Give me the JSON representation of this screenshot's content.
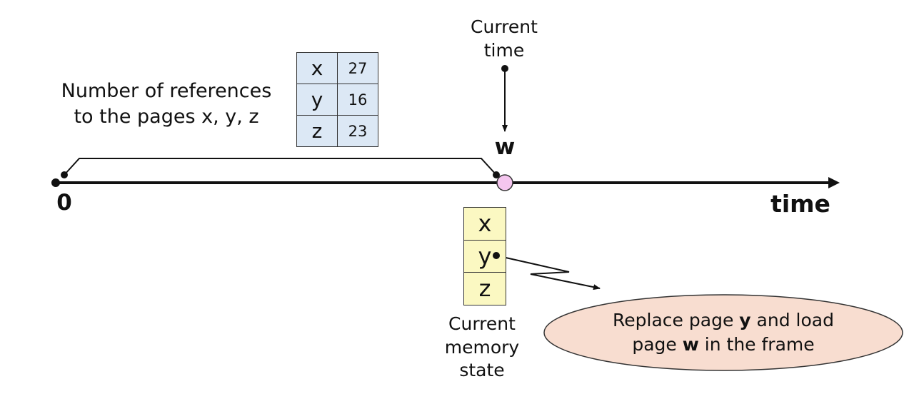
{
  "labels": {
    "references_line1": "Number of references",
    "references_line2": "to the pages x, y, z",
    "current_time_line1": "Current",
    "current_time_line2": "time",
    "new_page": "w",
    "origin": "0",
    "axis": "time",
    "memory_line1": "Current",
    "memory_line2": "memory",
    "memory_line3": "state"
  },
  "reference_counts": [
    {
      "page": "x",
      "count": "27"
    },
    {
      "page": "y",
      "count": "16"
    },
    {
      "page": "z",
      "count": "23"
    }
  ],
  "memory_state": [
    "x",
    "y",
    "z"
  ],
  "note": {
    "line1_pre": "Replace page ",
    "line1_bold": "y",
    "line1_post": " and load",
    "line2_pre": "page ",
    "line2_bold": "w",
    "line2_post": " in the frame"
  },
  "colors": {
    "table_fill": "#dce8f5",
    "memory_fill": "#fbf8c2",
    "note_fill": "#f8ddd0",
    "current_marker_fill": "#f5c6ef"
  }
}
